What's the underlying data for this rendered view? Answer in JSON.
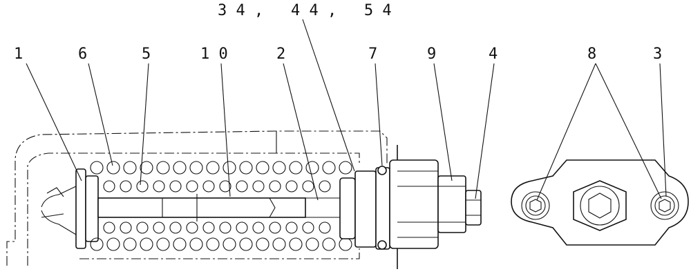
{
  "callouts": {
    "c1": "1",
    "c6": "6",
    "c5": "5",
    "c10": "1 0",
    "c2": "2",
    "c34": "3 4 ,   4 4 ,   5 4",
    "c7": "7",
    "c9": "9",
    "c4": "4",
    "c8": "8",
    "c3": "3"
  }
}
